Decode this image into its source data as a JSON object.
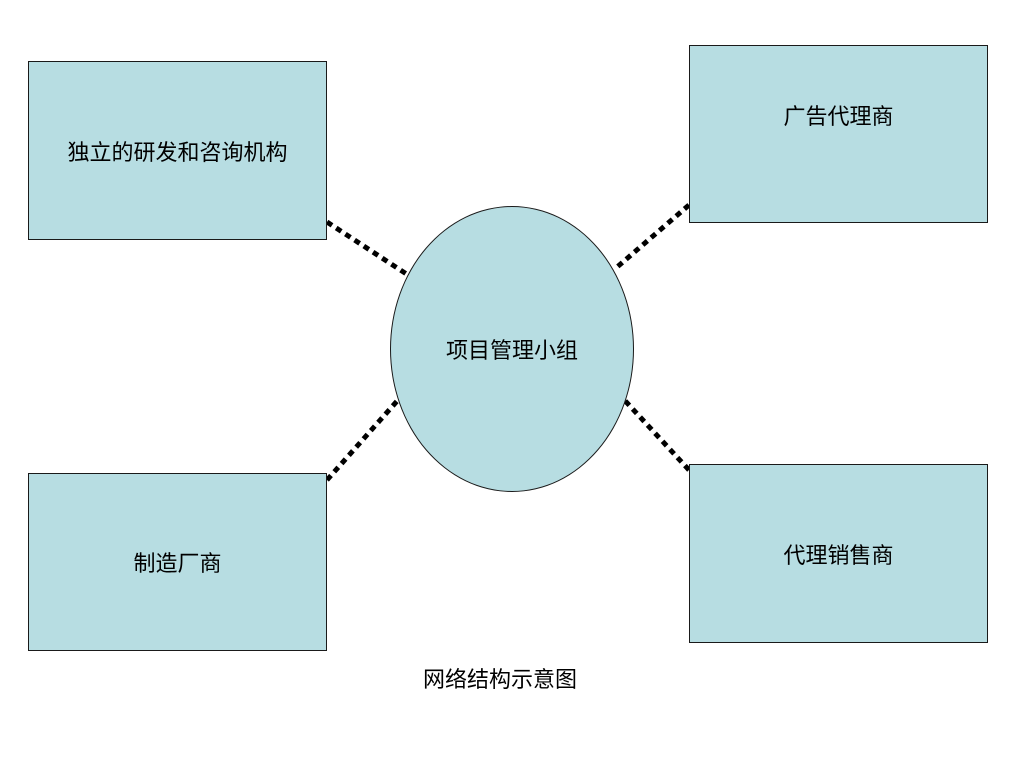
{
  "diagram": {
    "center": "项目管理小组",
    "nodes": {
      "rd": "独立的研发和咨询机构",
      "ad": "广告代理商",
      "mfg": "制造厂商",
      "sales": "代理销售商"
    },
    "caption": "网络结构示意图"
  },
  "colors": {
    "fill": "#b7dde2",
    "border": "#1a1a1a",
    "connector": "#000000"
  }
}
